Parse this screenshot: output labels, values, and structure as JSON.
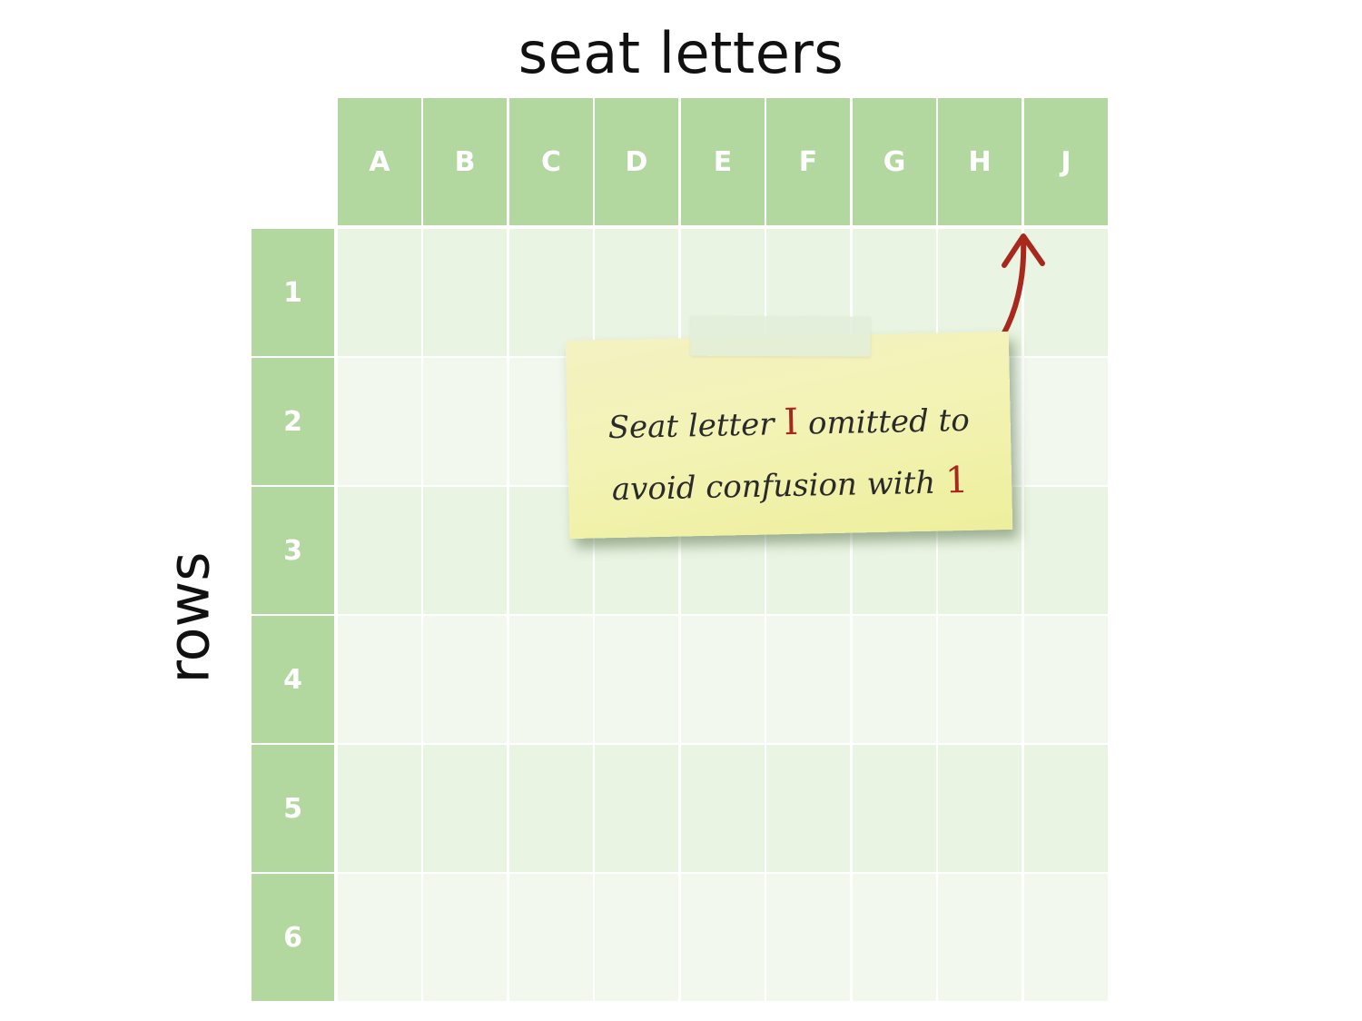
{
  "title": "seat letters",
  "axis_label": "rows",
  "columns": [
    "A",
    "B",
    "C",
    "D",
    "E",
    "F",
    "G",
    "H",
    "J"
  ],
  "rows": [
    "1",
    "2",
    "3",
    "4",
    "5",
    "6"
  ],
  "note": {
    "line1_prefix": "Seat letter",
    "line1_highlight": "I",
    "line1_suffix": "omitted to",
    "line2_prefix": "avoid confusion with",
    "line2_highlight": "1"
  },
  "colors": {
    "header_green": "#b3d89f",
    "cell_light": "#eaf4e2",
    "cell_lighter": "#f2f8ee",
    "note_yellow": "#f3f3b6",
    "arrow_red": "#a9281d"
  }
}
